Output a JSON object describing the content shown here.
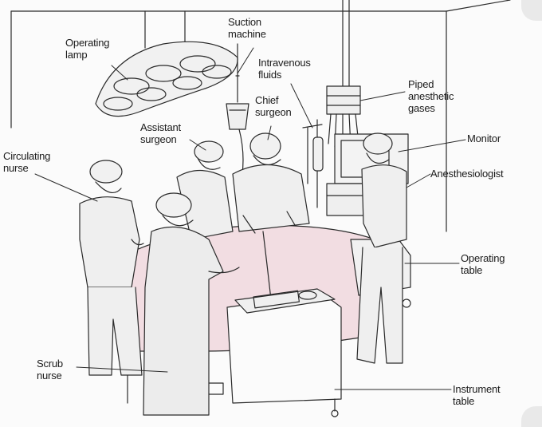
{
  "labels": {
    "suction_machine": {
      "line1": "Suction",
      "line2": "machine"
    },
    "operating_lamp": {
      "line1": "Operating",
      "line2": "lamp"
    },
    "intravenous_fluids": {
      "line1": "Intravenous",
      "line2": "fluids"
    },
    "piped_anesthetic_gases": {
      "line1": "Piped",
      "line2": "anesthetic",
      "line3": "gases"
    },
    "chief_surgeon": {
      "line1": "Chief",
      "line2": "surgeon"
    },
    "assistant_surgeon": {
      "line1": "Assistant",
      "line2": "surgeon"
    },
    "monitor": {
      "line1": "Monitor"
    },
    "circulating_nurse": {
      "line1": "Circulating",
      "line2": "nurse"
    },
    "anesthesiologist": {
      "line1": "Anesthesiologist"
    },
    "operating_table": {
      "line1": "Operating",
      "line2": "table"
    },
    "scrub_nurse": {
      "line1": "Scrub",
      "line2": "nurse"
    },
    "instrument_table": {
      "line1": "Instrument",
      "line2": "table"
    }
  },
  "colors": {
    "line": "#2a2a2a",
    "drape": "#f2dde2",
    "scrubs": "#efefef",
    "background": "#fbfbfb"
  }
}
